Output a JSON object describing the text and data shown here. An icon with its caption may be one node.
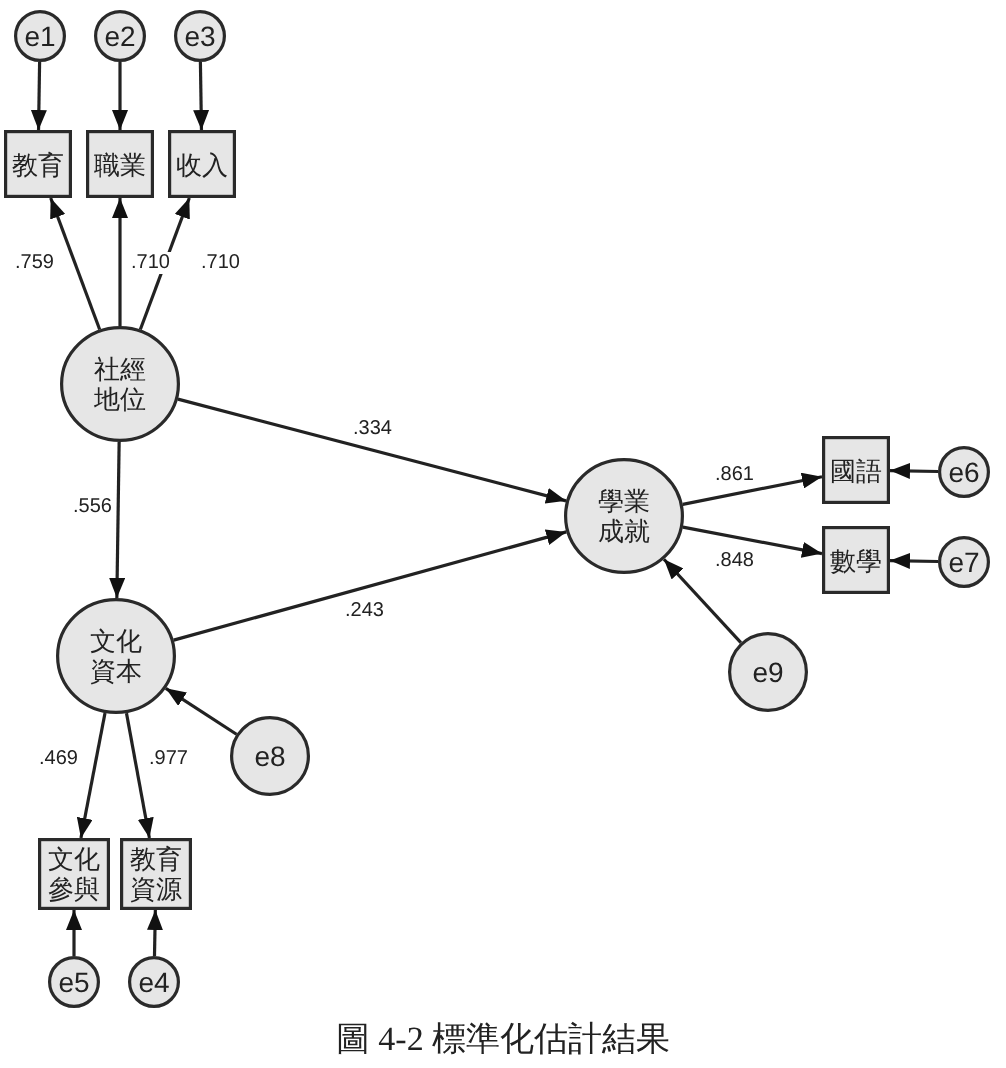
{
  "diagram": {
    "caption": "圖 4-2 標準化估計結果",
    "nodes": [
      {
        "text": [
          "e1"
        ]
      },
      {
        "text": [
          "e2"
        ]
      },
      {
        "text": [
          "e3"
        ]
      },
      {
        "text": [
          "教育"
        ]
      },
      {
        "text": [
          "職業"
        ]
      },
      {
        "text": [
          "收入"
        ]
      },
      {
        "text": [
          "社經地位"
        ]
      },
      {
        "text": [
          "學業成就"
        ]
      },
      {
        "text": [
          "國語"
        ]
      },
      {
        "text": [
          "e6"
        ]
      },
      {
        "text": [
          "數學"
        ]
      },
      {
        "text": [
          "e7"
        ]
      },
      {
        "text": [
          "文化資本"
        ]
      },
      {
        "text": [
          "e9"
        ]
      },
      {
        "text": [
          "e8"
        ]
      },
      {
        "text": [
          "文化參與"
        ]
      },
      {
        "text": [
          "教育資源"
        ]
      },
      {
        "text": [
          "e5"
        ]
      },
      {
        "text": [
          "e4"
        ]
      }
    ],
    "edges": [
      {
        "from": 0,
        "to": 3,
        "arrow": "to"
      },
      {
        "from": 1,
        "to": 4,
        "arrow": "to"
      },
      {
        "from": 2,
        "to": 5,
        "arrow": "to"
      },
      {
        "from": 6,
        "to": 3,
        "arrow": "to",
        "label": ".759"
      },
      {
        "from": 6,
        "to": 4,
        "arrow": "to",
        "label": ".710"
      },
      {
        "from": 6,
        "to": 5,
        "arrow": "to",
        "label": ".710"
      },
      {
        "from": 6,
        "to": 7,
        "arrow": "to",
        "label": ".334"
      },
      {
        "from": 6,
        "to": 12,
        "arrow": "to",
        "label": ".556"
      },
      {
        "from": 7,
        "to": 8,
        "arrow": "to",
        "label": ".861"
      },
      {
        "from": 9,
        "to": 8,
        "arrow": "to"
      },
      {
        "from": 7,
        "to": 10,
        "arrow": "to",
        "label": ".848"
      },
      {
        "from": 11,
        "to": 10,
        "arrow": "to"
      },
      {
        "from": 12,
        "to": 7,
        "arrow": "to",
        "label": ".243"
      },
      {
        "from": 13,
        "to": 7,
        "arrow": "to"
      },
      {
        "from": 14,
        "to": 12,
        "arrow": "to"
      },
      {
        "from": 12,
        "to": 15,
        "arrow": "to",
        "label": ".469"
      },
      {
        "from": 12,
        "to": 16,
        "arrow": "to",
        "label": ".977"
      },
      {
        "from": 17,
        "to": 15,
        "arrow": "to"
      },
      {
        "from": 18,
        "to": 16,
        "arrow": "to"
      }
    ]
  }
}
